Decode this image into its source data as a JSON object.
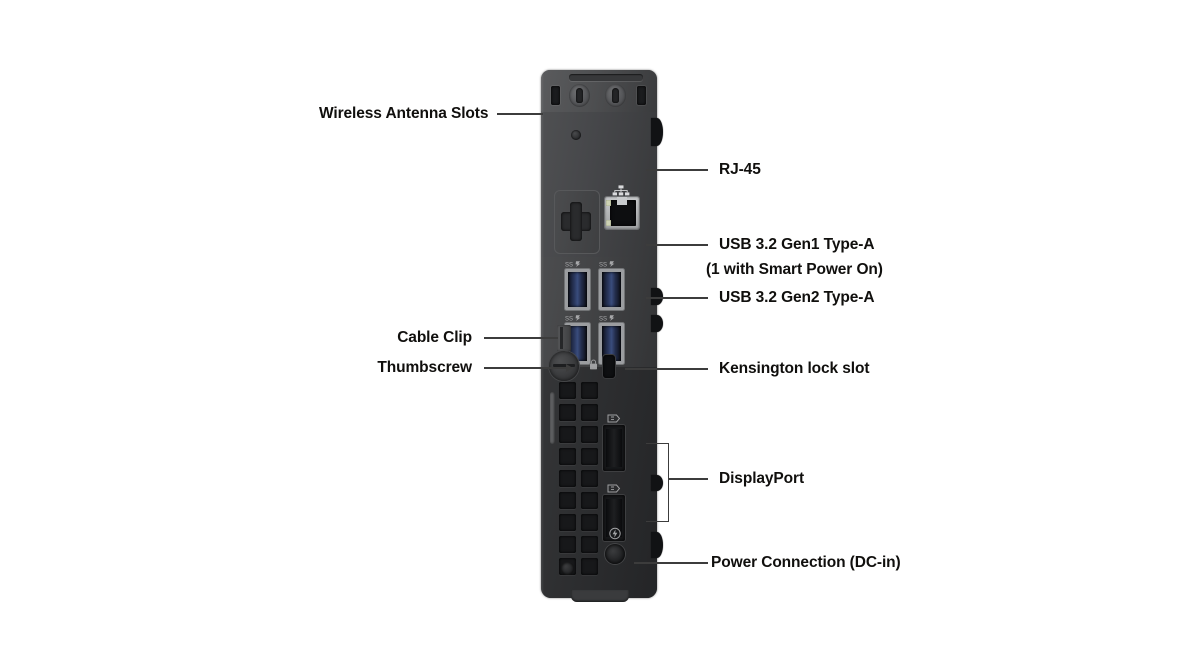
{
  "figure": {
    "subject": "Desktop micro form factor computer rear I/O panel",
    "background_color": "#ffffff",
    "label_color": "#100f0d",
    "leader_color": "#3c3c3c"
  },
  "callouts": [
    {
      "id": "wireless-antenna-slots",
      "text": "Wireless Antenna Slots",
      "side": "left",
      "leader": "line"
    },
    {
      "id": "rj45",
      "text": "RJ-45",
      "side": "right",
      "leader": "line"
    },
    {
      "id": "usb-gen1",
      "text": "USB 3.2 Gen1 Type-A",
      "side": "right",
      "leader": "line"
    },
    {
      "id": "usb-gen1-note",
      "text": "(1 with Smart Power On)",
      "side": "right",
      "leader": "none"
    },
    {
      "id": "usb-gen2",
      "text": "USB 3.2 Gen2 Type-A",
      "side": "right",
      "leader": "line"
    },
    {
      "id": "cable-clip",
      "text": "Cable Clip",
      "side": "left",
      "leader": "line"
    },
    {
      "id": "thumbscrew",
      "text": "Thumbscrew",
      "side": "left",
      "leader": "arrow"
    },
    {
      "id": "kensington-lock-slot",
      "text": "Kensington lock slot",
      "side": "right",
      "leader": "line"
    },
    {
      "id": "displayport",
      "text": "DisplayPort",
      "side": "right",
      "leader": "bracket"
    },
    {
      "id": "power-connection",
      "text": "Power Connection (DC-in)",
      "side": "right",
      "leader": "line"
    }
  ],
  "ports": {
    "antenna_slots": {
      "count": 2,
      "knockouts": 2
    },
    "ethernet": {
      "type": "RJ-45",
      "icon": "network-icon",
      "leds": 2
    },
    "usb": [
      {
        "position": "top-left",
        "spec": "USB 3.2 Gen1 Type-A",
        "marking": "SS",
        "color": "#3a4d7d"
      },
      {
        "position": "top-right",
        "spec": "USB 3.2 Gen1 Type-A",
        "marking": "SS",
        "color": "#3a4d7d"
      },
      {
        "position": "bottom-left",
        "spec": "USB 3.2 Gen2 Type-A",
        "marking": "SS",
        "color": "#3a4d7d"
      },
      {
        "position": "bottom-right",
        "spec": "USB 3.2 Gen2 Type-A",
        "marking": "SS",
        "color": "#3a4d7d"
      }
    ],
    "displayport": {
      "count": 2,
      "icon": "displayport-icon"
    },
    "power": {
      "type": "DC-in",
      "icon": "power-bolt-icon"
    },
    "security": {
      "type": "Kensington lock slot",
      "icon": "padlock-icon"
    }
  }
}
